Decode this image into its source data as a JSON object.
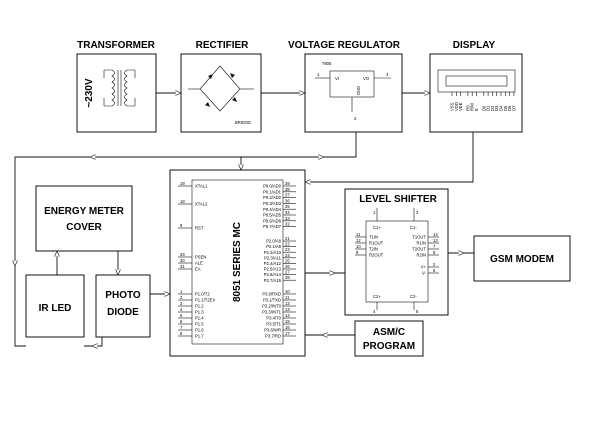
{
  "blocks": {
    "transformer": {
      "title": "TRANSFORMER",
      "voltage": "~230V"
    },
    "rectifier": {
      "title": "RECTIFIER",
      "label": "BRIDGE"
    },
    "regulator": {
      "title": "VOLTAGE REGULATOR",
      "part": "7805",
      "vi": "VI",
      "vo": "VO",
      "gnd": "GND",
      "pin1": "1",
      "pin2": "2",
      "pin3": "3"
    },
    "display": {
      "title": "DISPLAY",
      "pins": [
        "VSS",
        "VDD",
        "VEE",
        "RS",
        "R/W",
        "E",
        "D0",
        "D1",
        "D2",
        "D3",
        "D4",
        "D5",
        "D6",
        "D7"
      ]
    },
    "energy_meter": {
      "line1": "ENERGY METER",
      "line2": "COVER"
    },
    "ir_led": {
      "label": "IR LED"
    },
    "photo_diode": {
      "line1": "PHOTO",
      "line2": "DIODE"
    },
    "mcu": {
      "name": "8051 SERIES MC",
      "left_pins": [
        {
          "num": "19",
          "name": "XTAL1"
        },
        {
          "num": "18",
          "name": "XTAL2"
        },
        {
          "num": "9",
          "name": "RST"
        },
        {
          "num": "29",
          "name": "PSEN"
        },
        {
          "num": "30",
          "name": "ALE"
        },
        {
          "num": "31",
          "name": "EA"
        },
        {
          "num": "1",
          "name": "P1.0/T2"
        },
        {
          "num": "2",
          "name": "P1.1/T2EX"
        },
        {
          "num": "3",
          "name": "P1.2"
        },
        {
          "num": "4",
          "name": "P1.3"
        },
        {
          "num": "5",
          "name": "P1.4"
        },
        {
          "num": "6",
          "name": "P1.5"
        },
        {
          "num": "7",
          "name": "P1.6"
        },
        {
          "num": "8",
          "name": "P1.7"
        }
      ],
      "right_pins": [
        {
          "num": "39",
          "name": "P0.0/AD0"
        },
        {
          "num": "38",
          "name": "P0.1/AD1"
        },
        {
          "num": "37",
          "name": "P0.2/AD2"
        },
        {
          "num": "36",
          "name": "P0.3/AD3"
        },
        {
          "num": "35",
          "name": "P0.4/AD4"
        },
        {
          "num": "34",
          "name": "P0.5/AD5"
        },
        {
          "num": "33",
          "name": "P0.6/AD6"
        },
        {
          "num": "32",
          "name": "P0.7/AD7"
        },
        {
          "num": "21",
          "name": "P2.0/A8"
        },
        {
          "num": "22",
          "name": "P2.1/A9"
        },
        {
          "num": "23",
          "name": "P2.2/A10"
        },
        {
          "num": "24",
          "name": "P2.3/A11"
        },
        {
          "num": "25",
          "name": "P2.4/A12"
        },
        {
          "num": "26",
          "name": "P2.5/A13"
        },
        {
          "num": "27",
          "name": "P2.6/A14"
        },
        {
          "num": "28",
          "name": "P2.7/A15"
        },
        {
          "num": "10",
          "name": "P3.0/RXD"
        },
        {
          "num": "11",
          "name": "P3.1/TXD"
        },
        {
          "num": "12",
          "name": "P3.2/INT0"
        },
        {
          "num": "13",
          "name": "P3.3/INT1"
        },
        {
          "num": "14",
          "name": "P3.4/T0"
        },
        {
          "num": "15",
          "name": "P3.5/T1"
        },
        {
          "num": "16",
          "name": "P3.6/WR"
        },
        {
          "num": "17",
          "name": "P3.7/RD"
        }
      ]
    },
    "level_shifter": {
      "title": "LEVEL SHIFTER",
      "c1p": "C1+",
      "c1m": "C1-",
      "c2p": "C2+",
      "c2m": "C2-",
      "p1": "1",
      "p3": "3",
      "p4": "4",
      "p5": "5",
      "left_pins": [
        {
          "num": "11",
          "name": "T1IN"
        },
        {
          "num": "12",
          "name": "R1OUT"
        },
        {
          "num": "10",
          "name": "T2IN"
        },
        {
          "num": "9",
          "name": "R2OUT"
        }
      ],
      "right_pins": [
        {
          "num": "14",
          "name": "T1OUT"
        },
        {
          "num": "13",
          "name": "R1IN"
        },
        {
          "num": "7",
          "name": "T2OUT"
        },
        {
          "num": "8",
          "name": "R2IN"
        },
        {
          "num": "2",
          "name": "V+"
        },
        {
          "num": "6",
          "name": "V-"
        }
      ]
    },
    "gsm": {
      "label": "GSM MODEM"
    },
    "asmc": {
      "line1": "ASM/C",
      "line2": "PROGRAM"
    }
  }
}
